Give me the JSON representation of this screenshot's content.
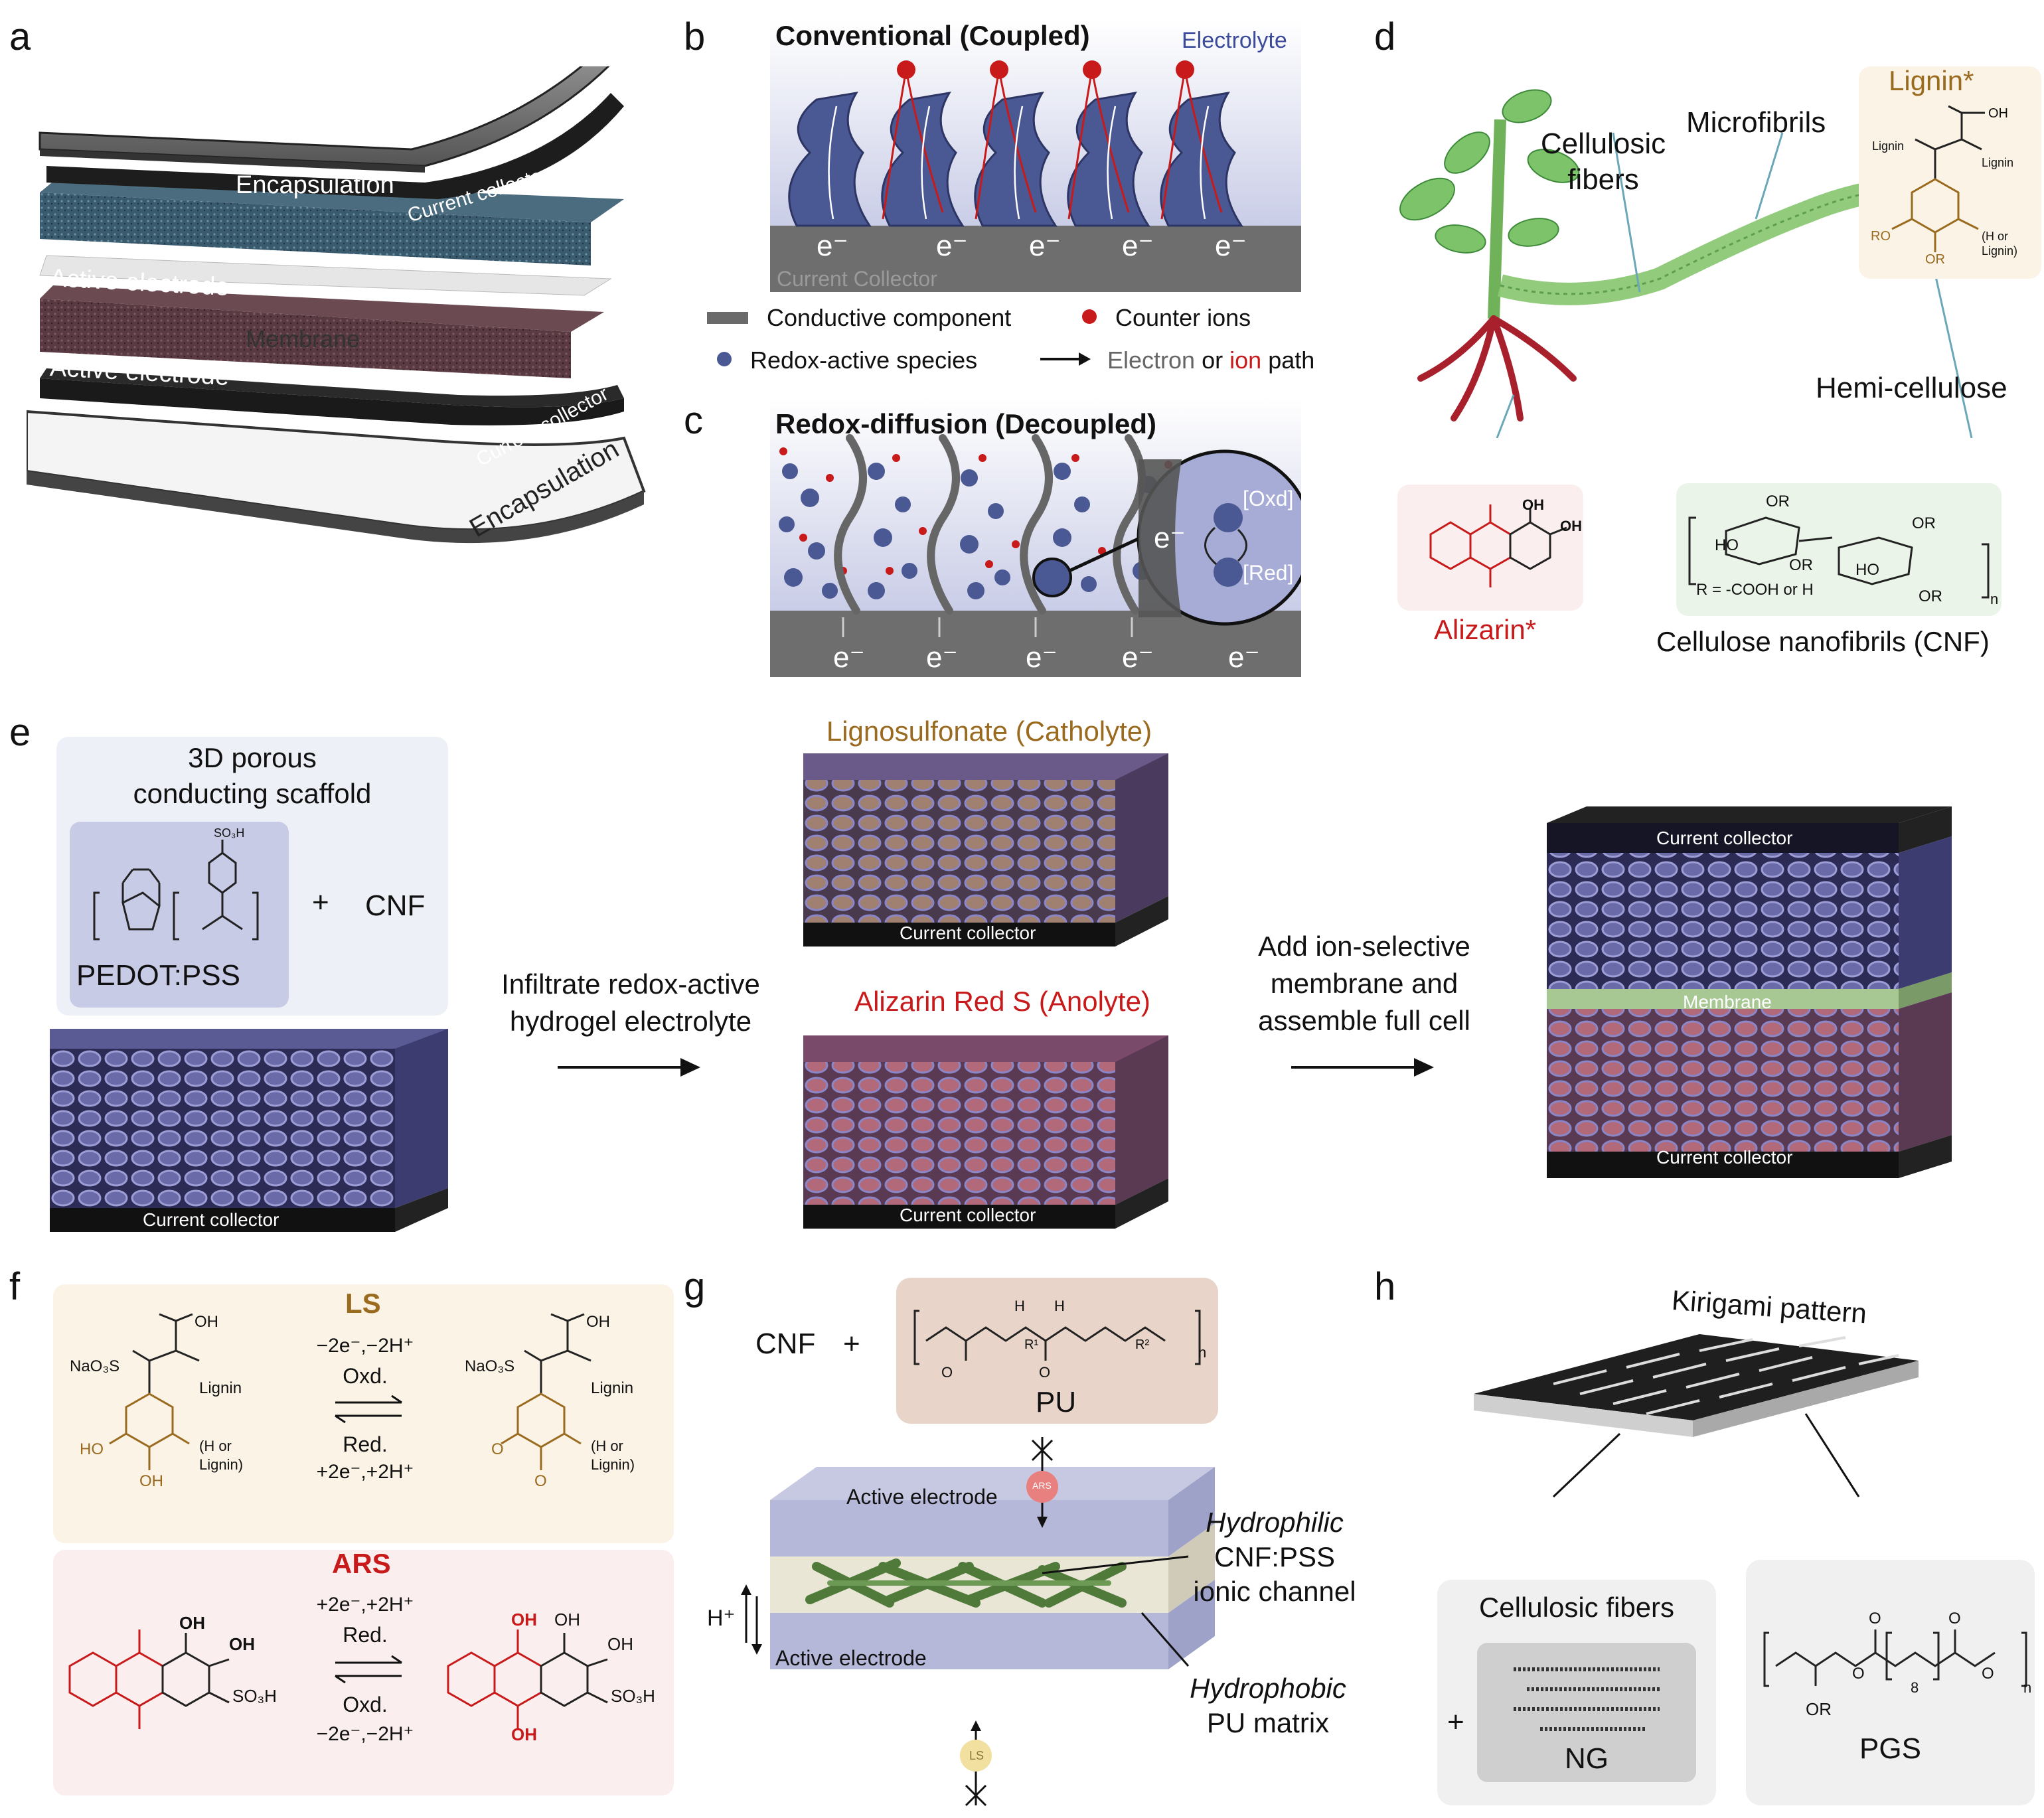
{
  "panels": {
    "a": "a",
    "b": "b",
    "c": "c",
    "d": "d",
    "e": "e",
    "f": "f",
    "g": "g",
    "h": "h"
  },
  "panel_a": {
    "labels": [
      "Encapsulation",
      "Current collector",
      "Active electrode",
      "Membrane",
      "Active electrode",
      "Current collector",
      "Encapsulation"
    ]
  },
  "panel_b": {
    "title": "Conventional (Coupled)",
    "electrolyte": "Electrolyte",
    "electron": "e⁻",
    "collector": "Current Collector",
    "legend": {
      "conductive": "Conductive component",
      "counter": "Counter ions",
      "redox": "Redox-active species",
      "path_a": "Electron",
      "path_or": "or",
      "path_b": "ion",
      "path_c": "path"
    }
  },
  "panel_c": {
    "title": "Redox-diffusion (Decoupled)",
    "electron": "e⁻",
    "oxd": "[Oxd]",
    "red": "[Red]"
  },
  "panel_d": {
    "cellulosic": "Cellulosic fibers",
    "microfibrils": "Microfibrils",
    "lignin": "Lignin*",
    "hemi": "Hemi-cellulose",
    "alizarin": "Alizarin*",
    "cnf": "Cellulose nanofibrils (CNF)",
    "r_def": "R = -COOH or H",
    "lignin_sub1": "Lignin",
    "lignin_sub2": "Lignin",
    "oh": "OH",
    "ro": "RO",
    "or": "OR",
    "h_or_lignin": "(H or Lignin)",
    "ho": "HO",
    "n": "n"
  },
  "panel_e": {
    "scaffold": "3D porous conducting scaffold",
    "pedot": "PEDOT:PSS",
    "plus": "+",
    "cnf": "CNF",
    "so3h": "SO₃H",
    "step1": "Infiltrate redox-active hydrogel electrolyte",
    "catholyte": "Lignosulfonate (Catholyte)",
    "anolyte": "Alizarin Red S (Anolyte)",
    "step2": "Add ion-selective membrane and assemble full cell",
    "collector": "Current collector",
    "membrane": "Membrane"
  },
  "panel_f": {
    "ls": "LS",
    "ars": "ARS",
    "ls_ox_top": "−2e⁻,−2H⁺",
    "ls_ox": "Oxd.",
    "ls_red": "Red.",
    "ls_red_bot": "+2e⁻,+2H⁺",
    "ars_red_top": "+2e⁻,+2H⁺",
    "ars_red": "Red.",
    "ars_ox": "Oxd.",
    "ars_ox_bot": "−2e⁻,−2H⁺",
    "naso3s": "NaO₃S",
    "oh": "OH",
    "ho": "HO",
    "o": "O",
    "lignin": "Lignin",
    "h_or_lignin": "(H or Lignin)",
    "so3h": "SO₃H"
  },
  "panel_g": {
    "cnf": "CNF",
    "plus": "+",
    "pu": "PU",
    "active_top": "Active electrode",
    "active_bot": "Active electrode",
    "ars": "ARS",
    "ls": "LS",
    "hplus": "H⁺",
    "hydrophilic": "Hydrophilic",
    "channel1": "CNF:PSS",
    "channel2": "ionic channel",
    "hydrophobic": "Hydrophobic",
    "matrix": "PU matrix",
    "r1": "R¹",
    "r2": "R²",
    "h": "H",
    "o": "O",
    "n": "n"
  },
  "panel_h": {
    "kirigami": "Kirigami pattern",
    "cellulosic": "Cellulosic fibers",
    "ng": "NG",
    "plus": "+",
    "pgs": "PGS",
    "or": "OR",
    "o": "O",
    "eight": "8",
    "n": "n"
  }
}
